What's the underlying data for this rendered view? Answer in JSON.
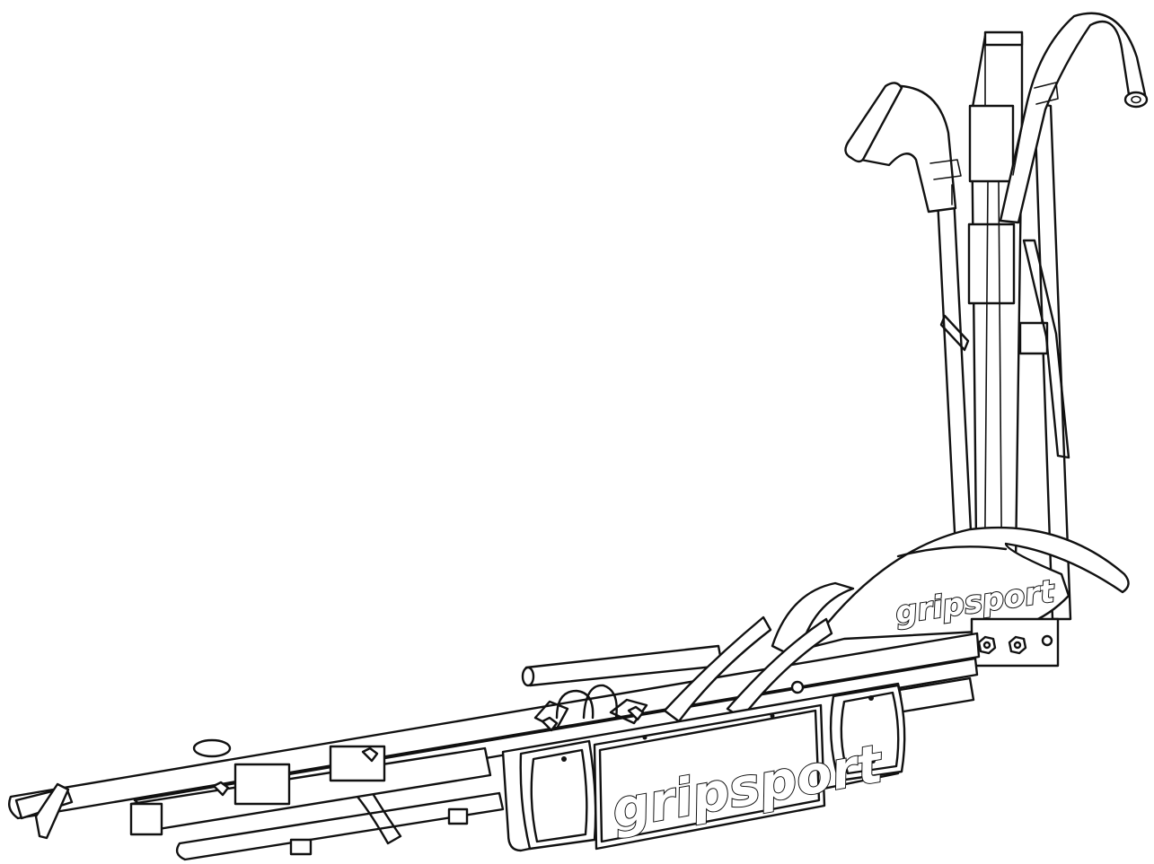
{
  "drawing": {
    "subject": "bike carrier line drawing",
    "plate_logo": "gripsport",
    "arch_logo": "gripsport",
    "line_color": "#111111",
    "background_color": "#ffffff"
  }
}
